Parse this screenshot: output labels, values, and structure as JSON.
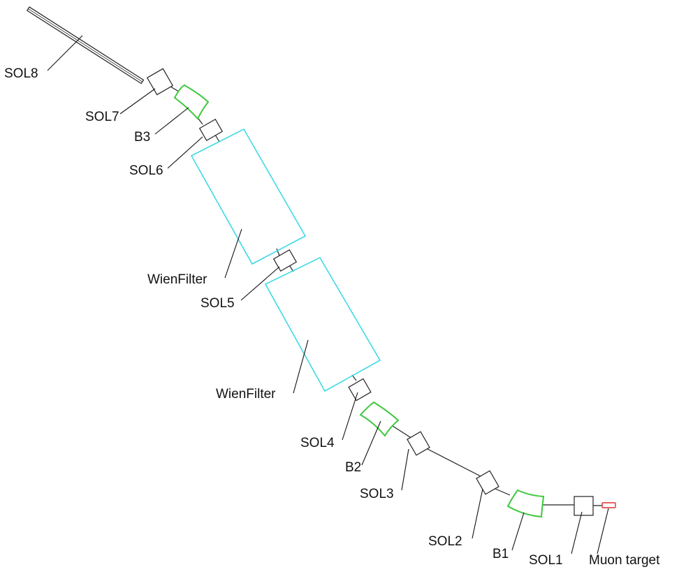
{
  "labels": {
    "sol8": "SOL8",
    "sol7": "SOL7",
    "b3": "B3",
    "sol6": "SOL6",
    "wien_upper": "WienFilter",
    "sol5": "SOL5",
    "wien_lower": "WienFilter",
    "sol4": "SOL4",
    "b2": "B2",
    "sol3": "SOL3",
    "sol2": "SOL2",
    "b1": "B1",
    "sol1": "SOL1",
    "target": "Muon target"
  },
  "colors": {
    "solenoid": "#222222",
    "bend": "#3ec83e",
    "wien_filter": "#3fd9e6",
    "target": "#e03030"
  }
}
